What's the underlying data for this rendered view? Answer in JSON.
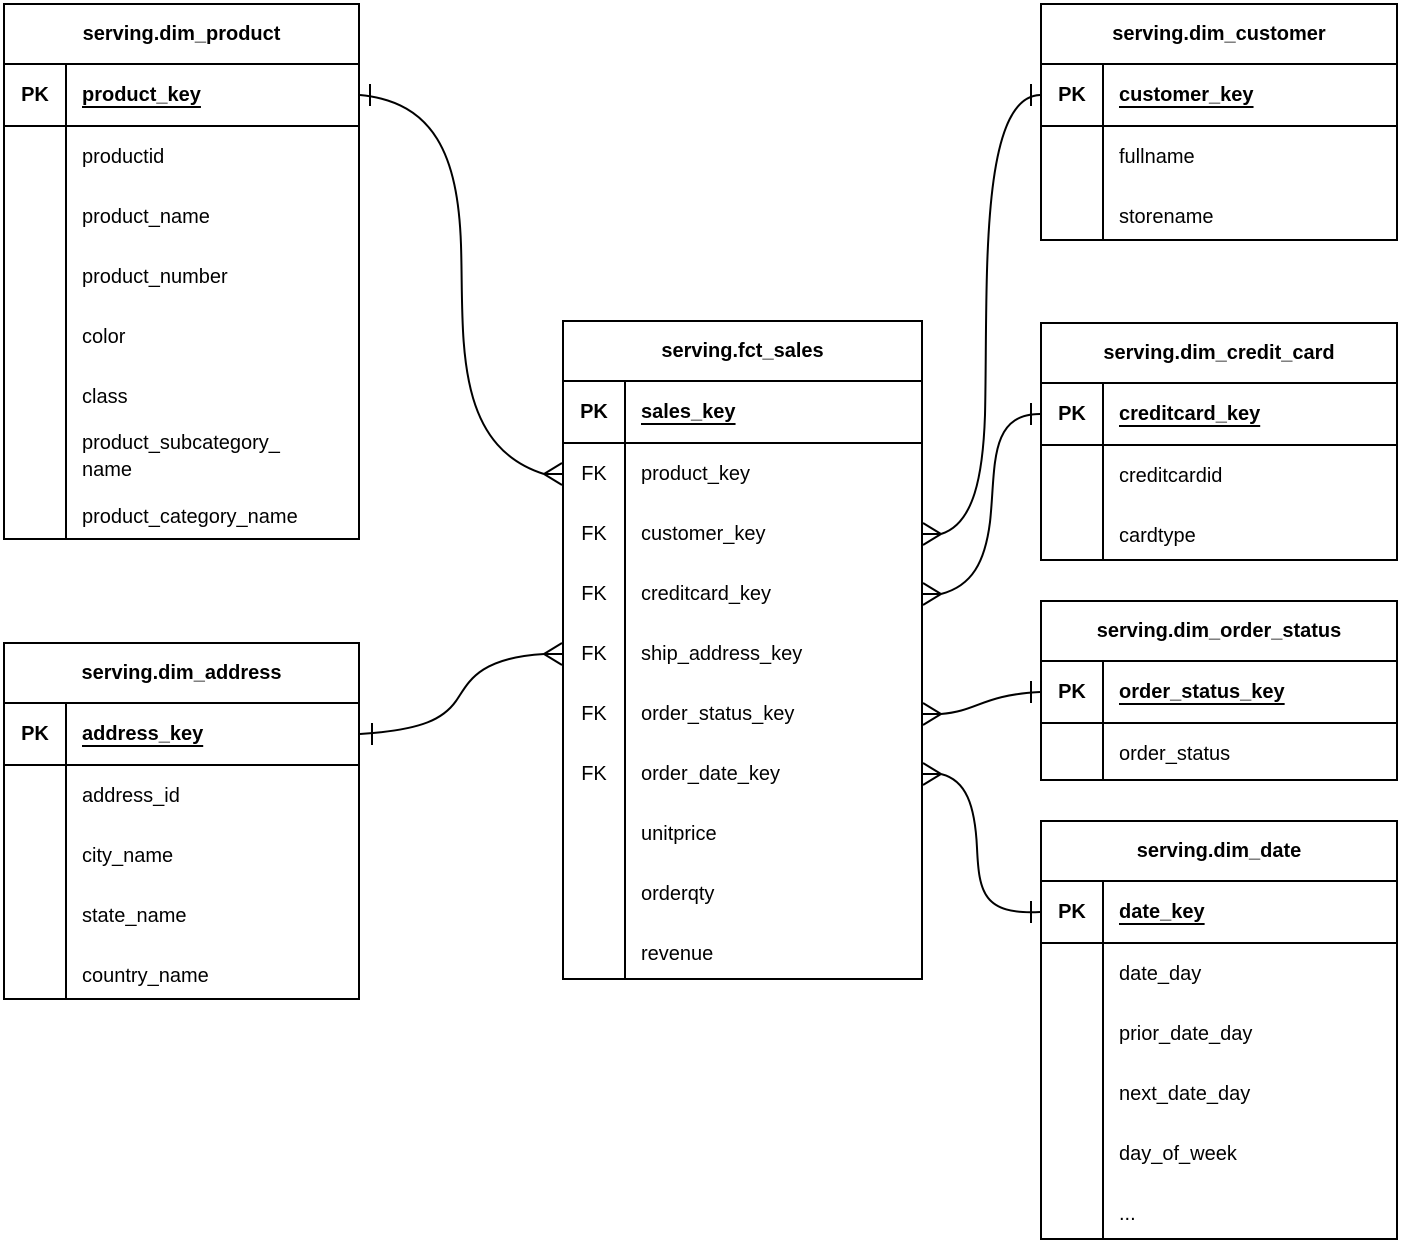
{
  "tables": {
    "dim_product": {
      "title": "serving.dim_product",
      "pk_badge": "PK",
      "pk_field": "product_key",
      "fields": [
        "productid",
        "product_name",
        "product_number",
        "color",
        "class",
        "product_subcategory_\nname",
        "product_category_name"
      ]
    },
    "dim_address": {
      "title": "serving.dim_address",
      "pk_badge": "PK",
      "pk_field": "address_key",
      "fields": [
        "address_id",
        "city_name",
        "state_name",
        "country_name"
      ]
    },
    "fct_sales": {
      "title": "serving.fct_sales",
      "pk_badge": "PK",
      "pk_field": "sales_key",
      "rows": [
        {
          "badge": "FK",
          "name": "product_key"
        },
        {
          "badge": "FK",
          "name": "customer_key"
        },
        {
          "badge": "FK",
          "name": "creditcard_key"
        },
        {
          "badge": "FK",
          "name": "ship_address_key"
        },
        {
          "badge": "FK",
          "name": "order_status_key"
        },
        {
          "badge": "FK",
          "name": "order_date_key"
        },
        {
          "badge": "",
          "name": "unitprice"
        },
        {
          "badge": "",
          "name": "orderqty"
        },
        {
          "badge": "",
          "name": "revenue"
        }
      ]
    },
    "dim_customer": {
      "title": "serving.dim_customer",
      "pk_badge": "PK",
      "pk_field": "customer_key",
      "fields": [
        "fullname",
        "storename"
      ]
    },
    "dim_credit_card": {
      "title": "serving.dim_credit_card",
      "pk_badge": "PK",
      "pk_field": "creditcard_key",
      "fields": [
        "creditcardid",
        "cardtype"
      ]
    },
    "dim_order_status": {
      "title": "serving.dim_order_status",
      "pk_badge": "PK",
      "pk_field": "order_status_key",
      "fields": [
        "order_status"
      ]
    },
    "dim_date": {
      "title": "serving.dim_date",
      "pk_badge": "PK",
      "pk_field": "date_key",
      "fields": [
        "date_day",
        "prior_date_day",
        "next_date_day",
        "day_of_week",
        "..."
      ]
    }
  },
  "relationships": [
    {
      "one_side": "serving.dim_product.product_key",
      "many_side": "serving.fct_sales.product_key",
      "cardinality": "one-to-many"
    },
    {
      "one_side": "serving.dim_address.address_key",
      "many_side": "serving.fct_sales.ship_address_key",
      "cardinality": "one-to-many"
    },
    {
      "one_side": "serving.dim_customer.customer_key",
      "many_side": "serving.fct_sales.customer_key",
      "cardinality": "one-to-many"
    },
    {
      "one_side": "serving.dim_credit_card.creditcard_key",
      "many_side": "serving.fct_sales.creditcard_key",
      "cardinality": "one-to-many"
    },
    {
      "one_side": "serving.dim_order_status.order_status_key",
      "many_side": "serving.fct_sales.order_status_key",
      "cardinality": "one-to-many"
    },
    {
      "one_side": "serving.dim_date.date_key",
      "many_side": "serving.fct_sales.order_date_key",
      "cardinality": "one-to-many"
    }
  ],
  "colors": {
    "line": "#000000",
    "text": "#000000",
    "background": "#ffffff"
  }
}
